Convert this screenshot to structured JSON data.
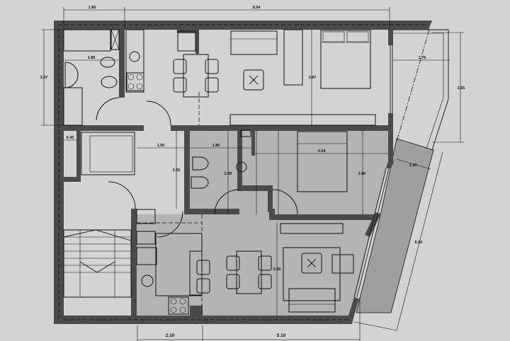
{
  "drawing": {
    "type": "architectural floor plan",
    "colors": {
      "background": "#d3d3d3",
      "walls": "#4b4b4b",
      "lower_unit_floor": "#b4b4b4",
      "lower_balcony": "#9f9f9f"
    },
    "icons": [
      "double-bed",
      "sofa",
      "dining-table",
      "chair",
      "toilet",
      "bidet",
      "washbasin",
      "sink",
      "cooktop",
      "door-swing",
      "staircase",
      "shaft",
      "coffee-table"
    ]
  },
  "dimensions": {
    "top_left_width": "1.80",
    "top_main_width": "8.54",
    "left_height": "3.07",
    "bath_width": "1.80",
    "shaft_width": "0.40",
    "hall_width": "1.50",
    "bath2_width": "1.80",
    "hall_height": "2.55",
    "bath2_height": "2.80",
    "bedroom2_width": "4.54",
    "bedroom1_height": "3.07",
    "balcony_width": "1.76",
    "balcony_height": "3.55",
    "balcony2_width": "1.20",
    "bedroom2_height": "2.80",
    "balcony2_length": "6.00",
    "living_height": "3.00",
    "kitchen_width": "2.10",
    "living_width": "5.10"
  }
}
